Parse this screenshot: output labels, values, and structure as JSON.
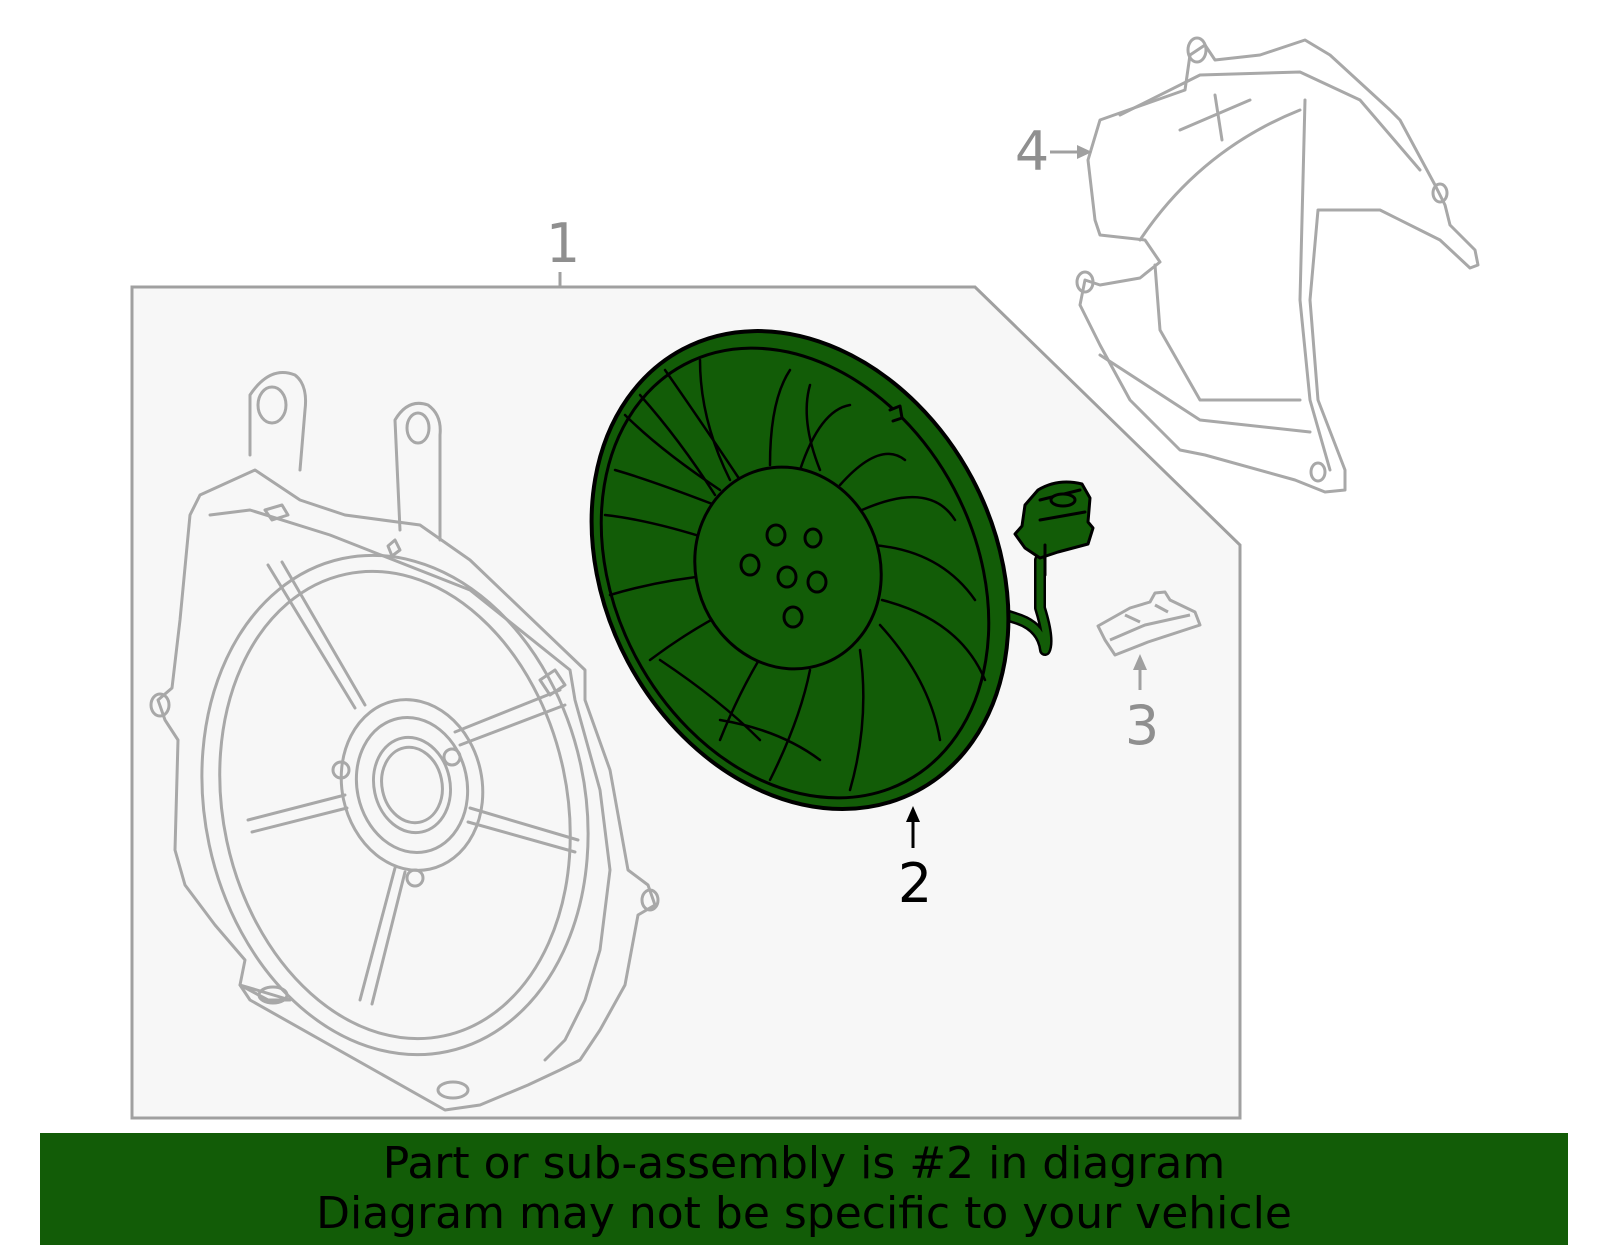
{
  "callouts": {
    "part_1": "1",
    "part_2": "2",
    "part_3": "3",
    "part_4": "4"
  },
  "banner": {
    "line_1": "Part or sub-assembly is #2 in diagram",
    "line_2": "Diagram may not be specific to your vehicle"
  },
  "colors": {
    "highlight_fill": "#125c07",
    "outline_gray": "#a0a0a0",
    "panel_fill": "#f7f7f7"
  }
}
